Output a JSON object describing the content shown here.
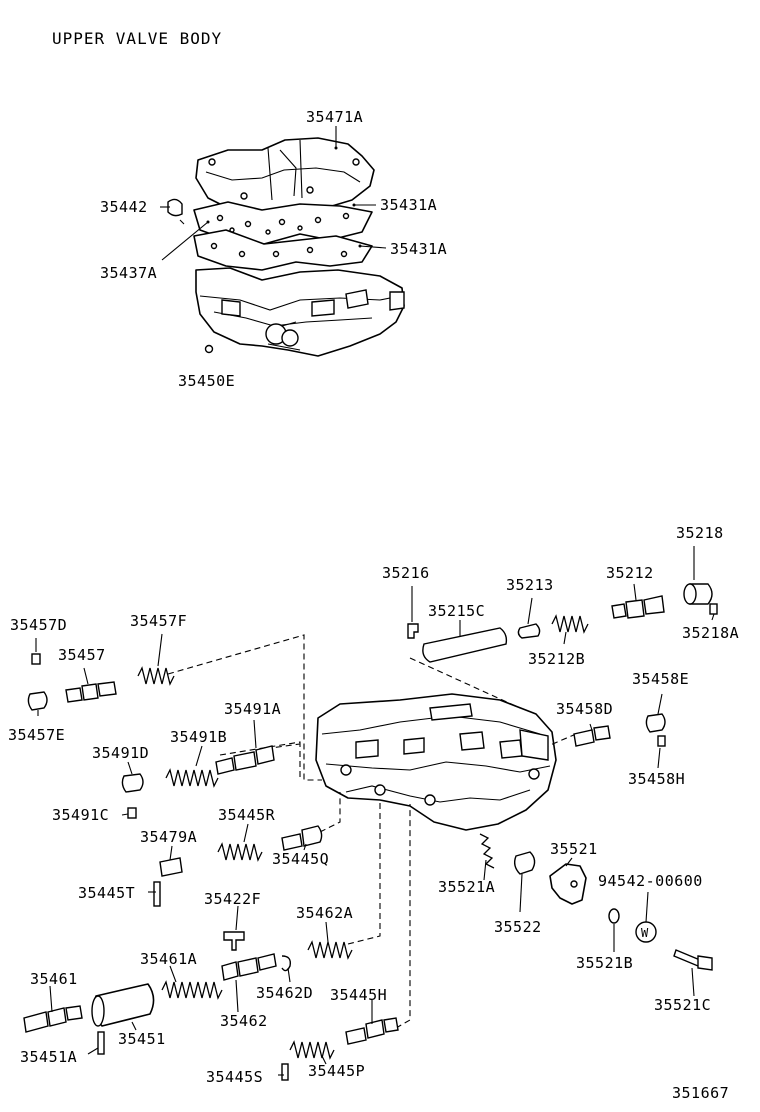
{
  "title": "UPPER VALVE BODY",
  "figure_code": "351667",
  "parts": {
    "p35471A": "35471A",
    "p35442": "35442",
    "p35431A_1": "35431A",
    "p35431A_2": "35431A",
    "p35437A": "35437A",
    "p35450E": "35450E",
    "p35218": "35218",
    "p35216": "35216",
    "p35213": "35213",
    "p35212": "35212",
    "p35215C": "35215C",
    "p35218A": "35218A",
    "p35212B": "35212B",
    "p35457D": "35457D",
    "p35457F": "35457F",
    "p35457": "35457",
    "p35457E": "35457E",
    "p35458E": "35458E",
    "p35491A": "35491A",
    "p35458D": "35458D",
    "p35491D": "35491D",
    "p35491B": "35491B",
    "p35458H": "35458H",
    "p35445R": "35445R",
    "p35491C": "35491C",
    "p35479A": "35479A",
    "p35521": "35521",
    "p35445Q": "35445Q",
    "p94542": "94542-00600",
    "p35521A": "35521A",
    "p35445T": "35445T",
    "p35422F": "35422F",
    "p35522": "35522",
    "p35462A": "35462A",
    "p35521B": "35521B",
    "p35461A": "35461A",
    "p35461": "35461",
    "p35462D": "35462D",
    "p35445H": "35445H",
    "p35521C": "35521C",
    "p35462": "35462",
    "p35451": "35451",
    "p35451A": "35451A",
    "p35445S": "35445S",
    "p35445P": "35445P",
    "washer_mark": "W"
  }
}
